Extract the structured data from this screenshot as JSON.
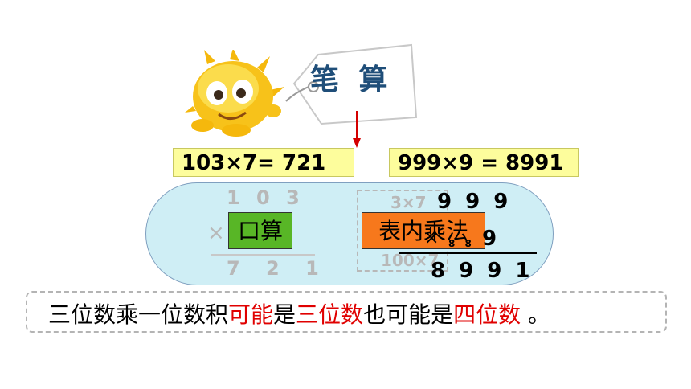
{
  "tag": {
    "label": "笔 算"
  },
  "equations": [
    {
      "expr": "103×7= ",
      "result": "721"
    },
    {
      "expr": "999×9 = ",
      "result": "8991"
    }
  ],
  "left_calc": {
    "top": "1 0 3",
    "times": "×",
    "bottom": "7 2 1",
    "label": "口算"
  },
  "right_calc": {
    "hint_top": "3×7",
    "hint_bottom": "100×7",
    "multiplicand": "9 9 9",
    "times": "×",
    "multiplier": "9",
    "carry": "8 8",
    "product": "8 9 9 1",
    "label": "表内乘法"
  },
  "statement": {
    "parts": [
      "三位数乘一位数积",
      "可能",
      "是",
      "三位数",
      "也可能是",
      "四位数",
      " 。"
    ]
  },
  "colors": {
    "highlight": "#e00000",
    "yellow_box": "#fdfd9c",
    "green_label": "#58b626",
    "orange_label": "#f7781c",
    "oval_fill": "#cfeef5"
  }
}
